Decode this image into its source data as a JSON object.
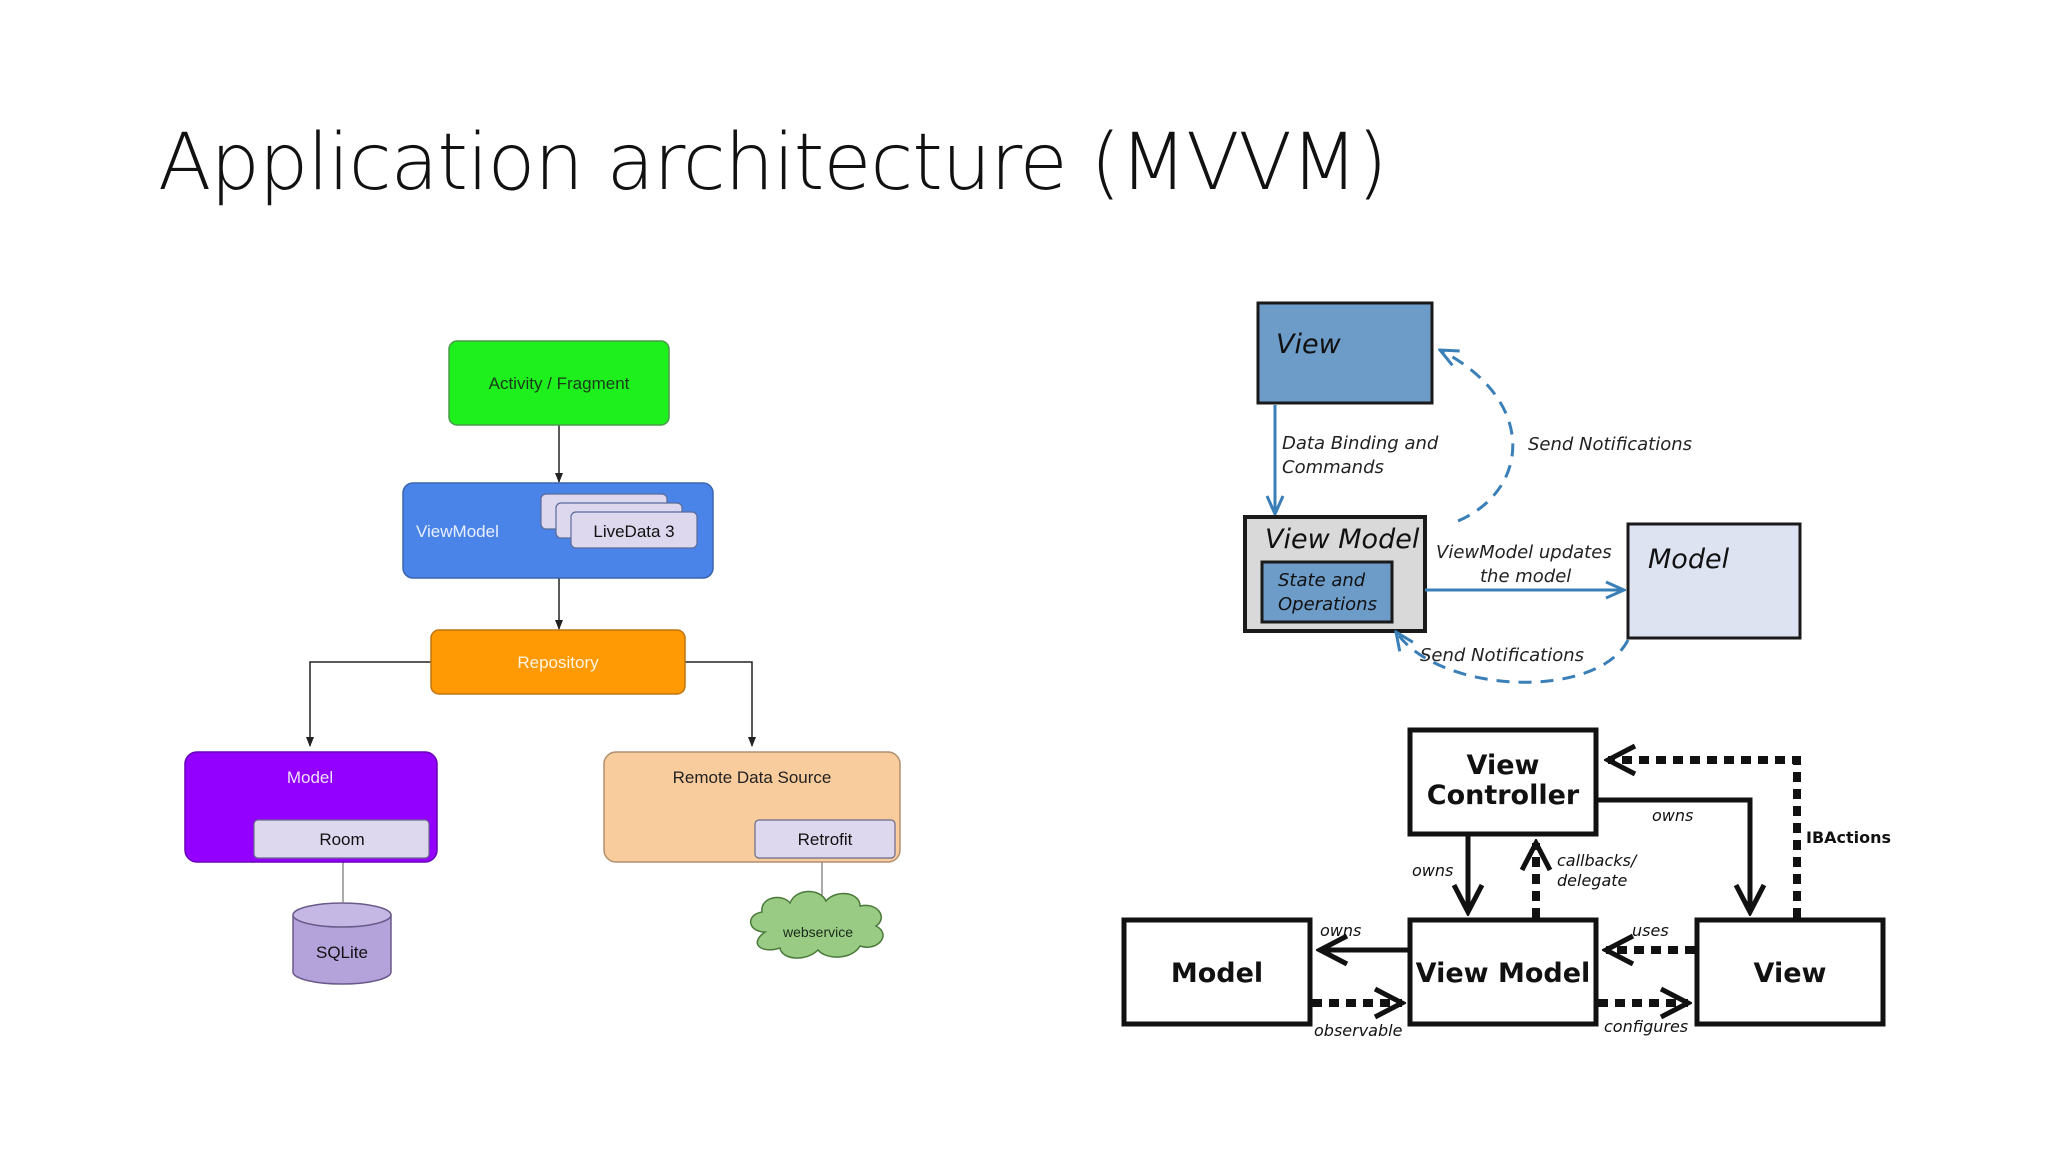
{
  "slide": {
    "title": "Application architecture (MVVM)"
  },
  "android_diagram": {
    "activity": "Activity / Fragment",
    "viewmodel": "ViewModel",
    "livedata": "LiveData 3",
    "repository": "Repository",
    "model": "Model",
    "room": "Room",
    "remote": "Remote Data Source",
    "retrofit": "Retrofit",
    "sqlite": "SQLite",
    "webservice": "webservice",
    "colors": {
      "activity": "#1df01d",
      "viewmodel": "#4b84e8",
      "repository": "#ff9a05",
      "model": "#9400ff",
      "remote": "#f8cc9c",
      "sub": "#ddd8ee",
      "sqlite": "#b4a2da",
      "webservice": "#9acb84"
    }
  },
  "mvvm_flow": {
    "view": "View",
    "binding_line1": "Data Binding and",
    "binding_line2": "Commands",
    "send_notifications_top": "Send Notifications",
    "viewmodel": "View Model",
    "state_line1": "State and",
    "state_line2": "Operations",
    "updates_line1": "ViewModel updates",
    "updates_line2": "the model",
    "model": "Model",
    "send_notifications_bottom": "Send Notifications"
  },
  "mvvmc_diagram": {
    "vc_line1": "View",
    "vc_line2": "Controller",
    "model": "Model",
    "viewmodel": "View Model",
    "view": "View",
    "owns_top": "owns",
    "owns_left": "owns",
    "callbacks_line1": "callbacks/",
    "callbacks_line2": "delegate",
    "ibactions": "IBActions",
    "owns_model": "owns",
    "observable": "observable",
    "uses": "uses",
    "configures": "configures"
  }
}
